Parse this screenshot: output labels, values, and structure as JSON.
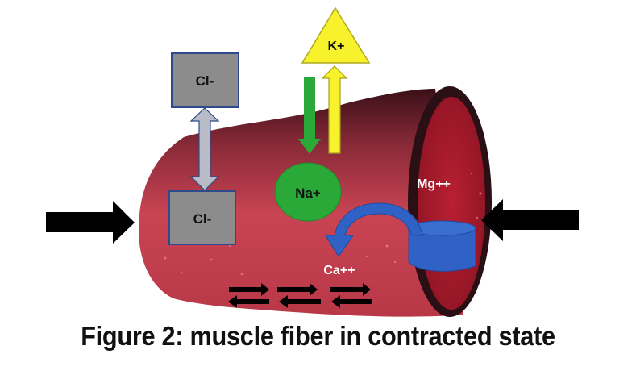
{
  "figure": {
    "caption": "Figure 2:  muscle fiber in contracted state",
    "labels": {
      "chloride_top": "Cl-",
      "chloride_bottom": "Cl-",
      "potassium": "K+",
      "sodium": "Na+",
      "magnesium": "Mg++",
      "calcium": "Ca++"
    },
    "elements": [
      {
        "name": "compression-arrow-left",
        "direction": "right",
        "color": "#000000"
      },
      {
        "name": "compression-arrow-right",
        "direction": "left",
        "color": "#000000"
      },
      {
        "name": "chloride-exchange-arrow",
        "direction": "bidirectional-vertical",
        "color": "#b8bcc6"
      },
      {
        "name": "sodium-influx-arrow",
        "direction": "down",
        "color": "#2aa838"
      },
      {
        "name": "potassium-efflux-arrow",
        "direction": "up",
        "color": "#f5f028"
      },
      {
        "name": "calcium-release-arrow",
        "direction": "curved-left",
        "color": "#2f62c4"
      },
      {
        "name": "equilibrium-arrows",
        "count": 3,
        "color": "#000000"
      }
    ],
    "colors": {
      "fiber": "#c9404f",
      "fiber_inner": "#a01a2a",
      "fiber_rim": "#2a0f14",
      "chloride_box": "#8c8c8c",
      "chloride_border": "#2f4a8c",
      "potassium": "#f8f22c",
      "sodium": "#2aa838",
      "reservoir": "#2f62c4"
    }
  }
}
